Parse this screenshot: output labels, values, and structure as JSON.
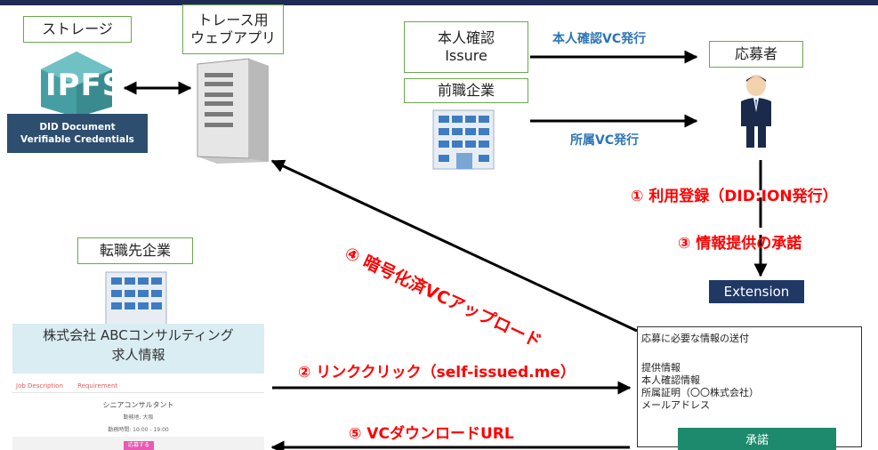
{
  "storage_label": "ストレージ",
  "trace_app_label_1": "トレース用",
  "trace_app_label_2": "ウェブアプリ",
  "ipfs_logo_text": "IPFS",
  "ipfs_caption_1": "DID Document",
  "ipfs_caption_2": "Verifiable Credentials",
  "identity_issuer_label_1": "本人確認",
  "identity_issuer_label_2": "Issure",
  "former_employer_label": "前職企業",
  "applicant_label": "応募者",
  "identity_vc_issue": "本人確認VC発行",
  "affiliation_vc_issue": "所属VC発行",
  "step1": "① 利用登録（DID:ION発行）",
  "step3": "③ 情報提供の承諾",
  "extension_label": "Extension",
  "step4": "④ 暗号化済VCアップロード",
  "new_employer_label": "転職先企業",
  "job_page": {
    "company": "株式会社 ABCコンサルティング",
    "heading": "求人情報",
    "tab1": "Job Description",
    "tab2": "Requirement",
    "position": "シニアコンサルタント",
    "location": "勤務地: 大阪",
    "hours": "勤務時間: 10:00 - 19:00",
    "apply": "応募する"
  },
  "step2": "② リンククリック（self-issued.me）",
  "step5": "⑤ VCダウンロードURL",
  "consent": {
    "title": "応募に必要な情報の送付",
    "section": "提供情報",
    "item1": "本人確認情報",
    "item2": "所属証明（〇〇株式会社）",
    "item3": "メールアドレス",
    "approve": "承諾"
  },
  "colors": {
    "label_border": "#6aa84f",
    "blue_text": "#2e75b6",
    "red_text": "#ff0000",
    "extension_bg": "#1f3864",
    "approve_bg": "#1d8a6e",
    "ipfs_cube": "#469ea2"
  }
}
